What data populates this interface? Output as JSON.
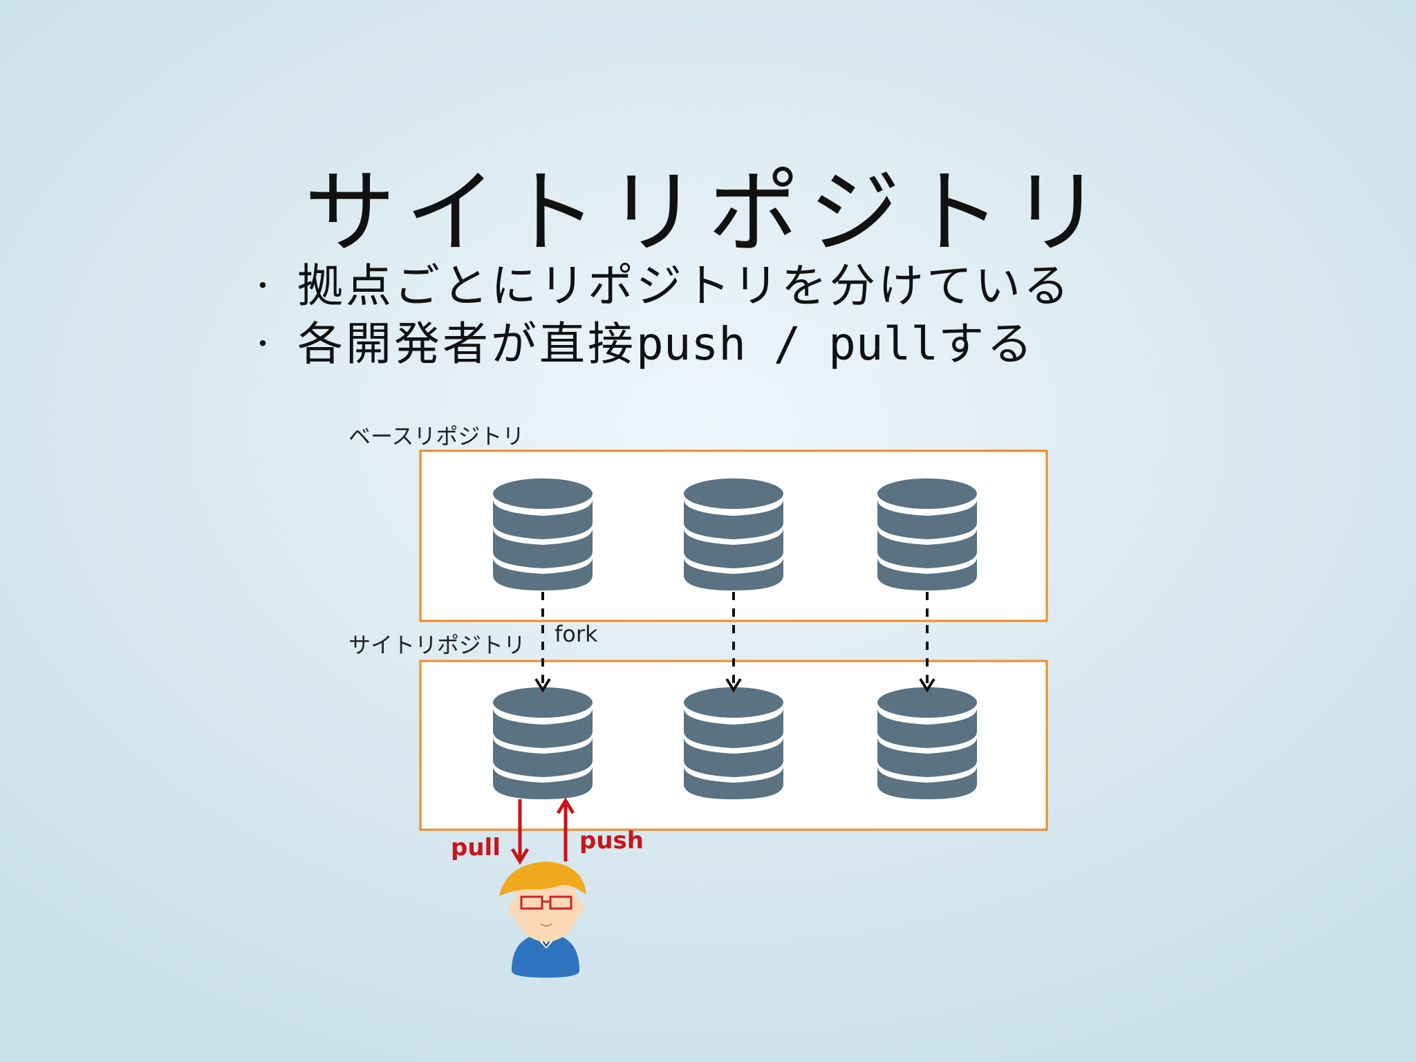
{
  "slide": {
    "title": "サイトリポジトリ",
    "bullets": [
      {
        "text": "拠点ごとにリポジトリを分けている"
      },
      {
        "text_prefix": "各開発者が直接",
        "text_mono": "push / pull",
        "text_suffix": "する"
      }
    ]
  },
  "diagram": {
    "base_repo_label": "ベースリポジトリ",
    "site_repo_label": "サイトリポジトリ",
    "fork_label": "fork",
    "pull_label": "pull",
    "push_label": "push",
    "colors": {
      "box_border": "#f08a24",
      "box_fill": "#ffffff",
      "database": "#5a7282",
      "arrow_dashed": "#111111",
      "arrow_red": "#c8141a"
    },
    "icons": [
      "database-icon",
      "developer-icon"
    ]
  }
}
